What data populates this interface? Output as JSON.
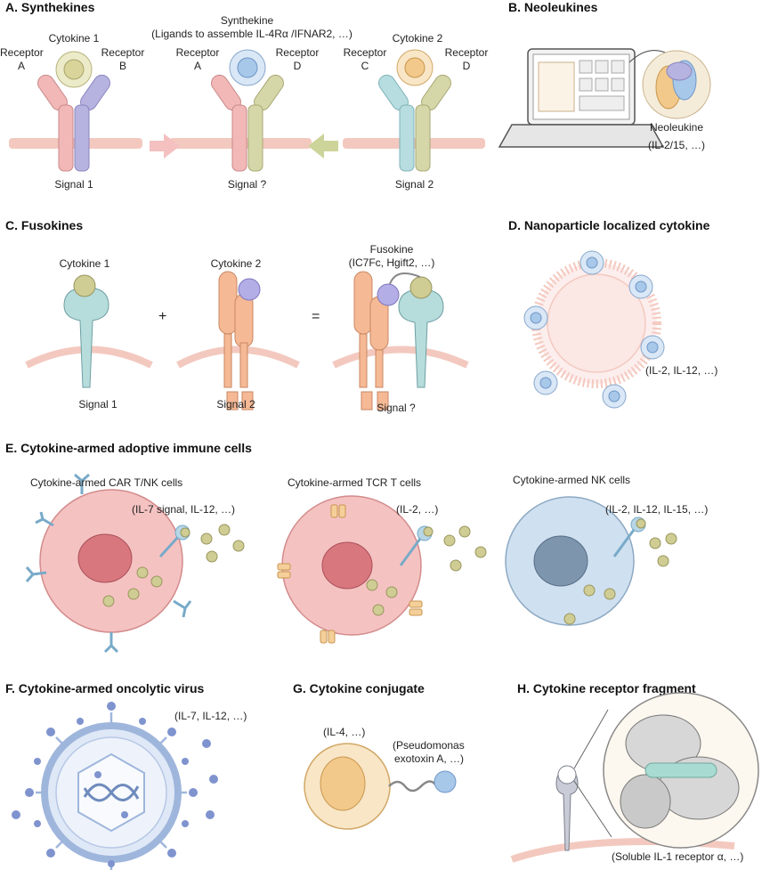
{
  "panels": {
    "a": {
      "title": "A. Synthekines",
      "cytokine1": "Cytokine 1",
      "receptorA1": "Receptor",
      "receptorA1_letter": "A",
      "receptorB": "Receptor",
      "receptorB_letter": "B",
      "signal1": "Signal 1",
      "synthekine": "Synthekine",
      "synthekine_note": "(Ligands to assemble IL-4Rα /IFNAR2, …)",
      "receptorA2": "Receptor",
      "receptorA2_letter": "A",
      "receptorD1": "Receptor",
      "receptorD1_letter": "D",
      "signalq": "Signal ?",
      "cytokine2": "Cytokine 2",
      "receptorC": "Receptor",
      "receptorC_letter": "C",
      "receptorD2": "Receptor",
      "receptorD2_letter": "D",
      "signal2": "Signal 2"
    },
    "b": {
      "title": "B. Neoleukines",
      "neoleukine": "Neoleukine",
      "examples": "(IL-2/15, …)"
    },
    "c": {
      "title": "C. Fusokines",
      "cytokine1": "Cytokine 1",
      "cytokine2": "Cytokine 2",
      "plus": "+",
      "equals": "=",
      "fusokine": "Fusokine",
      "examples": "(IC7Fc, Hgift2, …)",
      "signal1": "Signal 1",
      "signal2": "Signal 2",
      "signalq": "Signal ?"
    },
    "d": {
      "title": "D. Nanoparticle localized cytokine",
      "examples": "(IL-2, IL-12, …)"
    },
    "e": {
      "title": "E. Cytokine-armed adoptive immune cells",
      "car_label": "Cytokine-armed CAR T/NK cells",
      "car_examples": "(IL-7 signal, IL-12, …)",
      "tcr_label": "Cytokine-armed TCR T cells",
      "tcr_examples": "(IL-2, …)",
      "nk_label": "Cytokine-armed NK cells",
      "nk_examples": "(IL-2, IL-12, IL-15, …)"
    },
    "f": {
      "title": "F. Cytokine-armed oncolytic virus",
      "examples": "(IL-7, IL-12, …)"
    },
    "g": {
      "title": "G. Cytokine conjugate",
      "cytokine_examples": "(IL-4, …)",
      "conjugate_line1": "(Pseudomonas",
      "conjugate_line2": "exotoxin A, …)"
    },
    "h": {
      "title": "H. Cytokine receptor fragment",
      "examples": "(Soluble IL-1 receptor α, …)"
    }
  },
  "colors": {
    "membrane": "#f3c9bf",
    "receptor_pink": "#f2b8b8",
    "receptor_purple": "#b7b3e0",
    "receptor_olive": "#d6d7a9",
    "receptor_teal": "#b7dde0",
    "cytokine_olive": "#d8d49a",
    "cytokine_blue": "#a8c8ea",
    "cytokine_orange": "#f2c98a",
    "arrow_pink": "#f4c0c0",
    "arrow_olive": "#cdd49a",
    "fuso_teal": "#b6dcdc",
    "fuso_orange": "#f5b995",
    "cell_red": "#f5c2c2",
    "nucleus_red": "#d9777e",
    "cell_blue": "#cfe0f0",
    "nucleus_blue": "#7d95ad",
    "bead": "#cfcc94",
    "virus_blue": "#9fb6dc",
    "virus_dot": "#7f93cf"
  }
}
